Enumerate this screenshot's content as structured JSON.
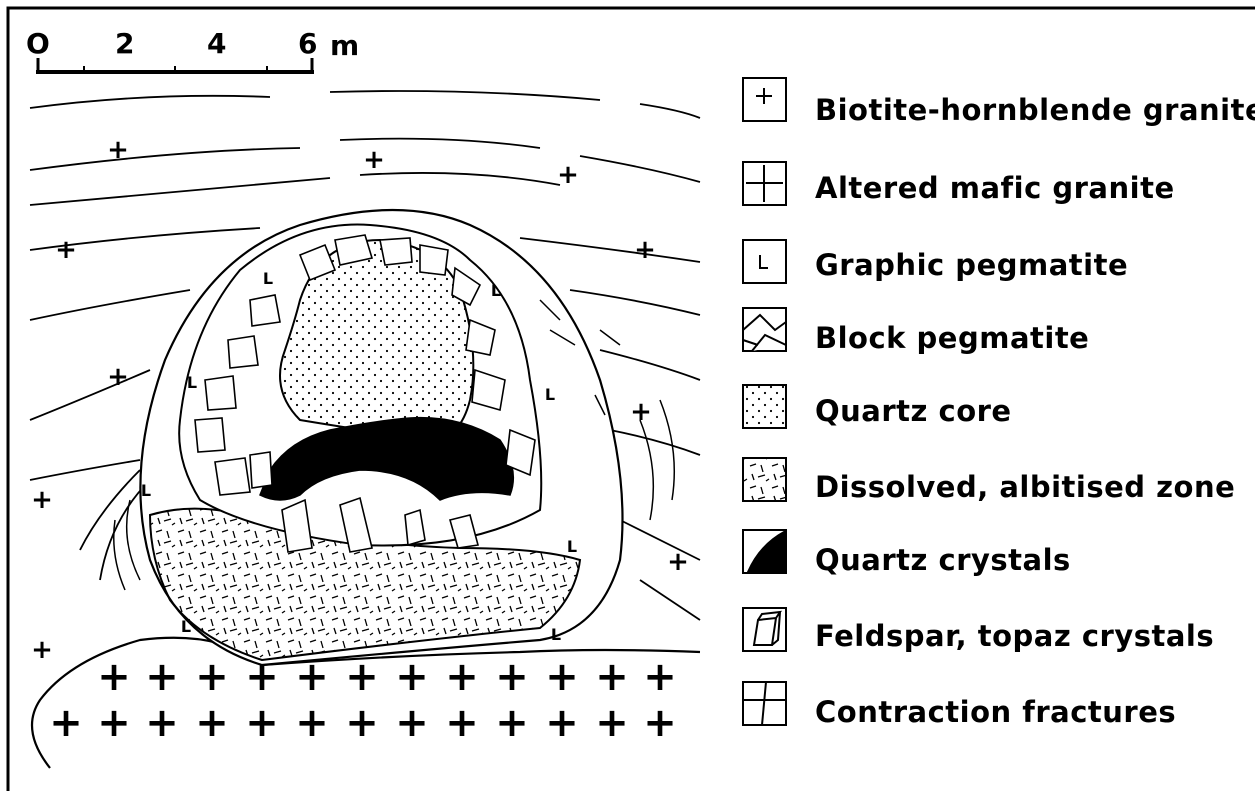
{
  "scale_bar": {
    "ticks": [
      "O",
      "2",
      "4",
      "6"
    ],
    "unit": "m"
  },
  "legend": [
    {
      "id": "biotite-hornblende-granite",
      "label": "Biotite-hornblende granite"
    },
    {
      "id": "altered-mafic-granite",
      "label": "Altered mafic granite"
    },
    {
      "id": "graphic-pegmatite",
      "label": "Graphic  pegmatite"
    },
    {
      "id": "block-pegmatite",
      "label": "Block pegmatite"
    },
    {
      "id": "quartz-core",
      "label": "Quartz  core"
    },
    {
      "id": "dissolved-albitised-zone",
      "label": "Dissolved, albitised  zone"
    },
    {
      "id": "quartz-crystals",
      "label": "Quartz  crystals"
    },
    {
      "id": "feldspar-topaz-crystals",
      "label": "Feldspar, topaz  crystals"
    },
    {
      "id": "contraction-fractures",
      "label": "Contraction  fractures"
    }
  ],
  "symbols": {
    "plus": "+",
    "graphic": "L"
  },
  "colors": {
    "ink": "#000000",
    "paper": "#ffffff"
  }
}
